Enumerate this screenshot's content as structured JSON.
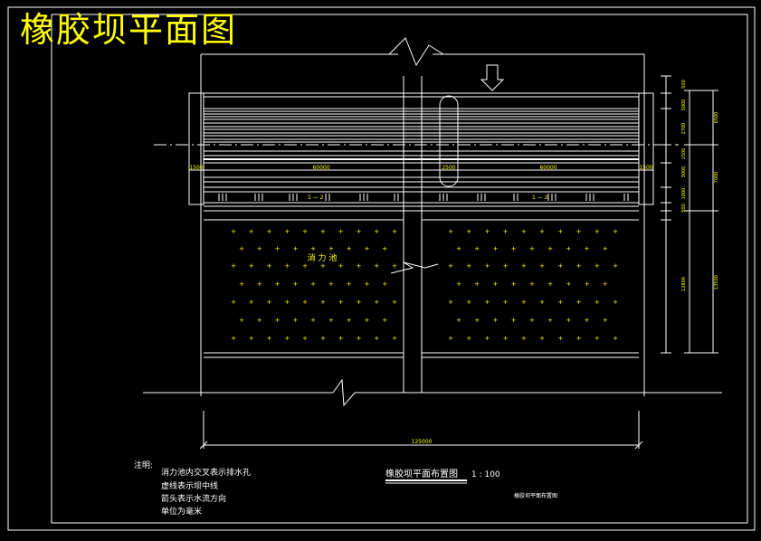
{
  "title": "橡胶坝平面图",
  "drawing": {
    "stilling_basin_label": "消 力 池",
    "gate_mark_left": "1 — 2",
    "gate_mark_right": "1 — 2",
    "dims_top": {
      "left_end": "1500",
      "left_span": "60000",
      "pier": "2500",
      "right_span": "60000",
      "right_end": "1500"
    },
    "dim_total": "125000",
    "dims_right": {
      "d1": "500",
      "d2": "5000",
      "d3": "2700",
      "d4": "3000",
      "d5": "1500",
      "d6": "1000",
      "d7": "500",
      "d8": "12800",
      "outer_top": "6500",
      "outer_mid": "7000",
      "outer_bottom": "13500"
    }
  },
  "notes": {
    "heading": "注明:",
    "lines": [
      "消力池内交叉表示排水孔",
      "虚线表示坝中线",
      "箭头表示水流方向",
      "单位为毫米"
    ]
  },
  "caption": {
    "title": "橡胶坝平面布置图",
    "scale": "1 : 100"
  },
  "title_block": {
    "name": "橡胶坝平面布置图"
  }
}
